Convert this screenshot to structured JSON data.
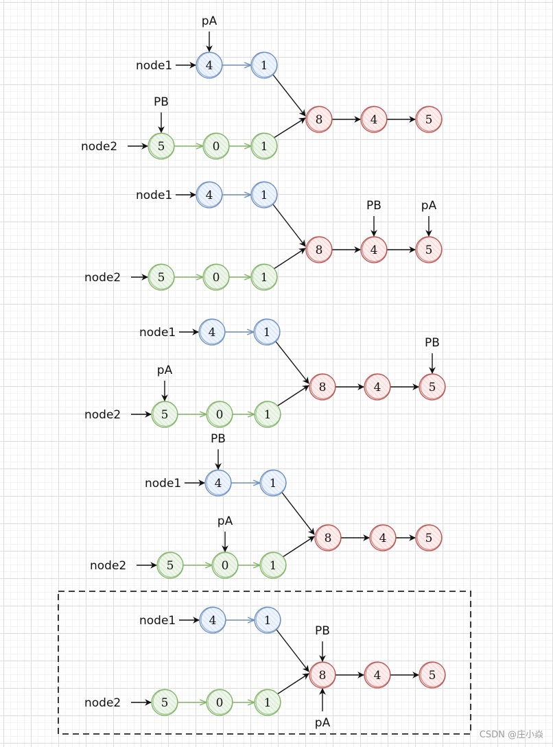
{
  "colors": {
    "list_a": "#6c8ebf",
    "list_a_fill": "#dae8fc",
    "list_b": "#82b366",
    "list_b_fill": "#d5e8d4",
    "shared": "#b85450",
    "shared_fill": "#f8cecc",
    "ink": "#111111"
  },
  "watermark": "CSDN @庄小焱",
  "panels": [
    {
      "id": 1,
      "head_labels": {
        "a": "node1",
        "b": "node2"
      },
      "list_a": [
        "4",
        "1"
      ],
      "list_b": [
        "5",
        "0",
        "1"
      ],
      "shared": [
        "8",
        "4",
        "5"
      ],
      "pointers": [
        {
          "name": "pA",
          "target": "list_a.0"
        },
        {
          "name": "PB",
          "target": "list_b.0"
        }
      ]
    },
    {
      "id": 2,
      "head_labels": {
        "a": "node1",
        "b": "node2"
      },
      "list_a": [
        "4",
        "1"
      ],
      "list_b": [
        "5",
        "0",
        "1"
      ],
      "shared": [
        "8",
        "4",
        "5"
      ],
      "pointers": [
        {
          "name": "PB",
          "target": "shared.1"
        },
        {
          "name": "pA",
          "target": "shared.2"
        }
      ]
    },
    {
      "id": 3,
      "head_labels": {
        "a": "node1",
        "b": "node2"
      },
      "list_a": [
        "4",
        "1"
      ],
      "list_b": [
        "5",
        "0",
        "1"
      ],
      "shared": [
        "8",
        "4",
        "5"
      ],
      "pointers": [
        {
          "name": "pA",
          "target": "list_b.0"
        },
        {
          "name": "PB",
          "target": "shared.2"
        }
      ]
    },
    {
      "id": 4,
      "head_labels": {
        "a": "node1",
        "b": "node2"
      },
      "list_a": [
        "4",
        "1"
      ],
      "list_b": [
        "5",
        "0",
        "1"
      ],
      "shared": [
        "8",
        "4",
        "5"
      ],
      "pointers": [
        {
          "name": "PB",
          "target": "list_a.0"
        },
        {
          "name": "pA",
          "target": "list_b.1"
        }
      ]
    },
    {
      "id": 5,
      "highlighted": true,
      "head_labels": {
        "a": "node1",
        "b": "node2"
      },
      "list_a": [
        "4",
        "1"
      ],
      "list_b": [
        "5",
        "0",
        "1"
      ],
      "shared": [
        "8",
        "4",
        "5"
      ],
      "pointers": [
        {
          "name": "PB",
          "target": "shared.0",
          "from": "above"
        },
        {
          "name": "pA",
          "target": "shared.0",
          "from": "below"
        }
      ]
    }
  ]
}
